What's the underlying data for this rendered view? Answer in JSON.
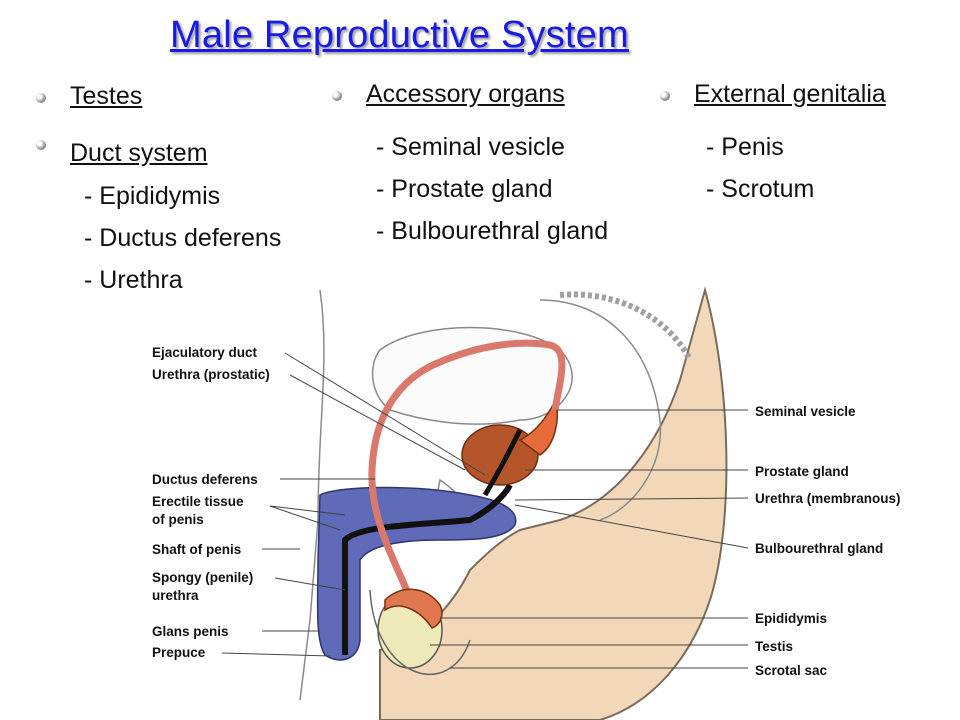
{
  "title": "Male Reproductive System",
  "columns": [
    {
      "items": [
        {
          "heading": "Testes",
          "subs": []
        },
        {
          "heading": "Duct system",
          "subs": [
            "- Epididymis",
            "- Ductus deferens",
            "- Urethra"
          ]
        }
      ]
    },
    {
      "items": [
        {
          "heading": "Accessory organs",
          "subs": [
            "- Seminal vesicle",
            "- Prostate gland",
            "- Bulbourethral gland"
          ]
        }
      ]
    },
    {
      "items": [
        {
          "heading": "External genitalia",
          "subs": [
            "- Penis",
            "- Scrotum"
          ]
        }
      ]
    }
  ],
  "figure": {
    "left_labels": [
      "Ejaculatory duct",
      "Urethra (prostatic)",
      "Ductus deferens",
      "Erectile tissue",
      "of penis",
      "Shaft of penis",
      "Spongy (penile)",
      "urethra",
      "Glans penis",
      "Prepuce"
    ],
    "right_labels": [
      "Seminal vesicle",
      "Prostate gland",
      "Urethra (membranous)",
      "Bulbourethral gland",
      "Epididymis",
      "Testis",
      "Scrotal sac"
    ]
  }
}
